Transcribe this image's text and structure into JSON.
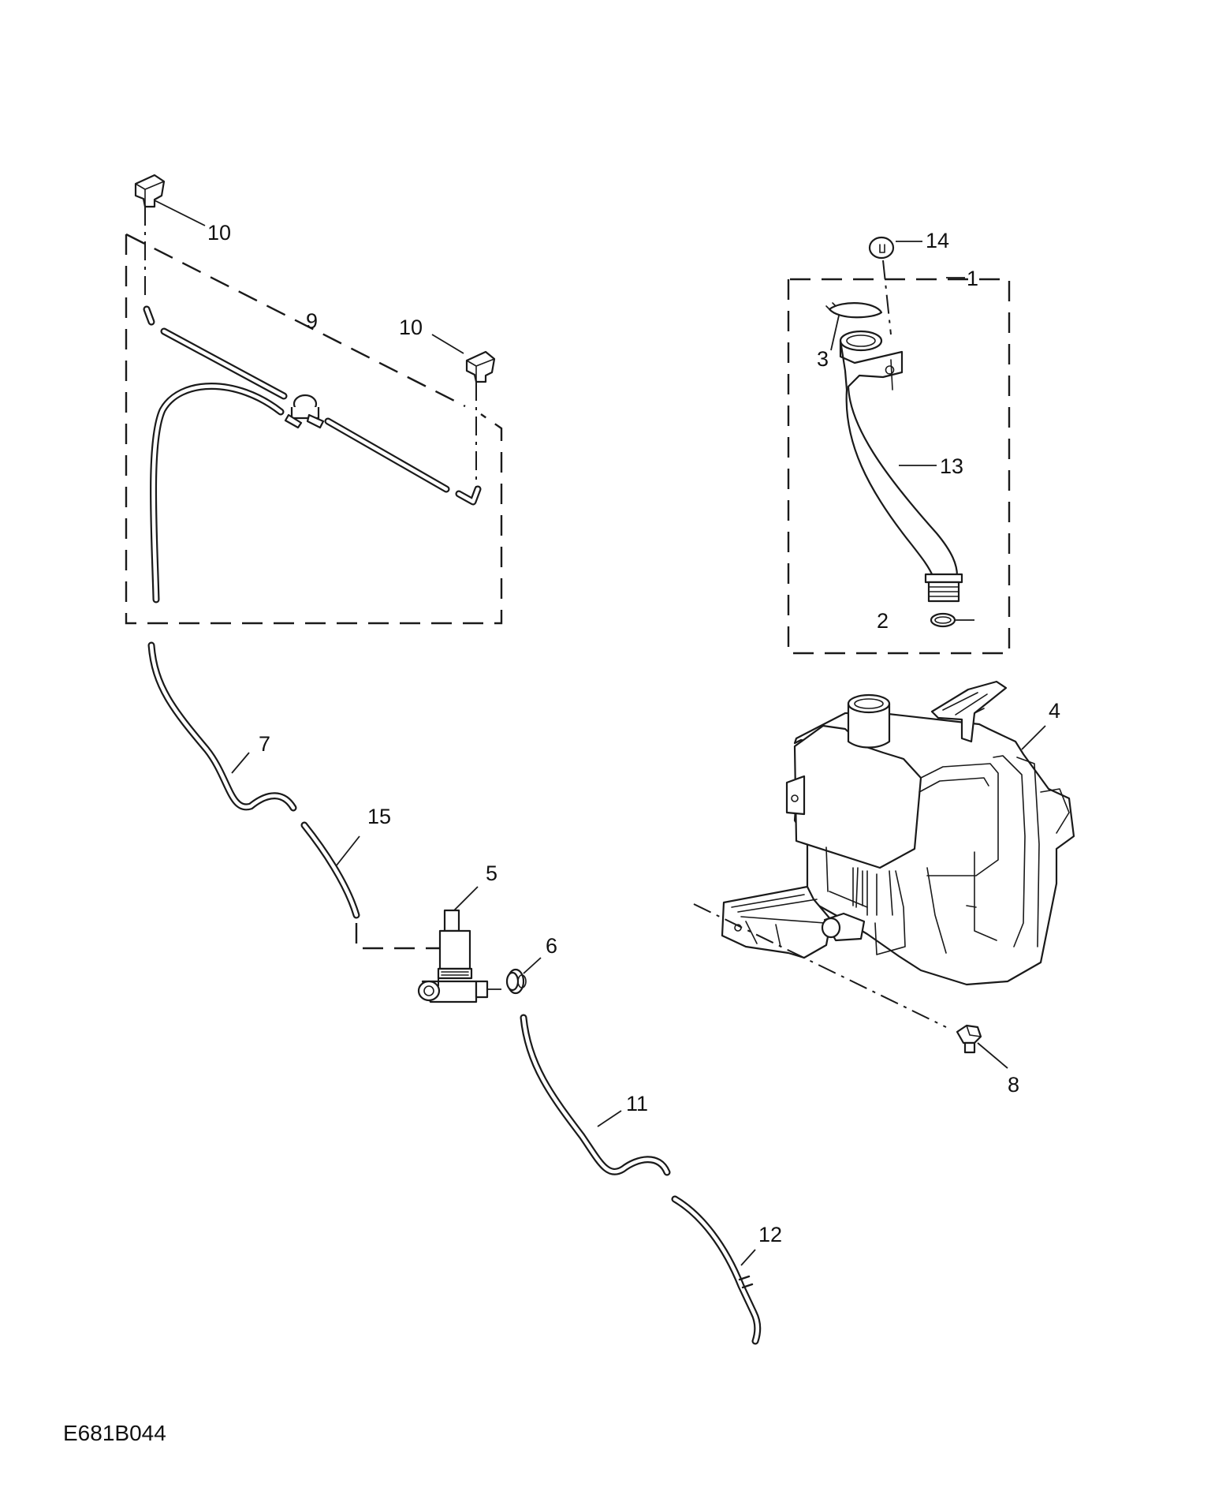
{
  "figure_code": "E681B044",
  "callouts": {
    "c1": "1",
    "c2": "2",
    "c3": "3",
    "c4": "4",
    "c5": "5",
    "c6": "6",
    "c7": "7",
    "c8": "8",
    "c9": "9",
    "c10a": "10",
    "c10b": "10",
    "c11": "11",
    "c12": "12",
    "c13": "13",
    "c14": "14",
    "c15": "15"
  },
  "colors": {
    "ink": "#1a1a1a",
    "background": "#ffffff"
  }
}
